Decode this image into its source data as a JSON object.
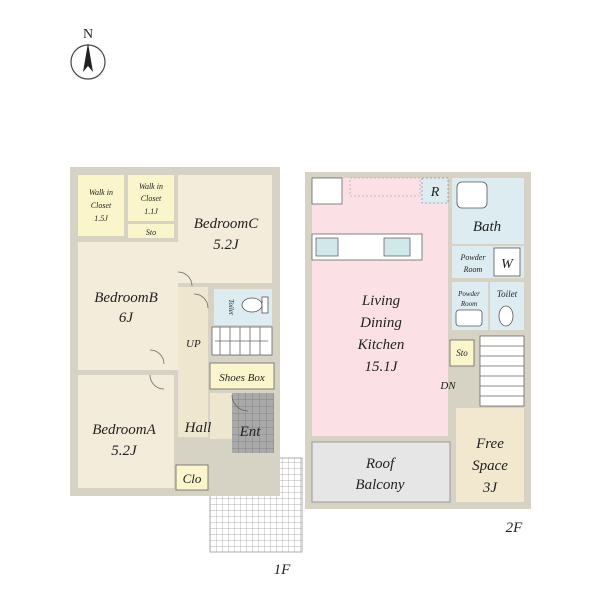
{
  "compass": {
    "north": "N"
  },
  "floors": {
    "first": "1F",
    "second": "2F"
  },
  "rooms_1f": {
    "walk_in_closet_a": {
      "l1": "Walk in",
      "l2": "Closet",
      "l3": "1.5J"
    },
    "walk_in_closet_b": {
      "l1": "Walk in",
      "l2": "Closet",
      "l3": "1.1J"
    },
    "sto": "Sto",
    "bedroom_c": {
      "name": "BedroomC",
      "size": "5.2J"
    },
    "bedroom_b": {
      "name": "BedroomB",
      "size": "6J"
    },
    "bedroom_a": {
      "name": "BedroomA",
      "size": "5.2J"
    },
    "toilet": "Toilet",
    "up": "UP",
    "shoes_box": "Shoes Box",
    "hall": "Hall",
    "ent": "Ent",
    "clo": "Clo"
  },
  "rooms_2f": {
    "r": "R",
    "bath": "Bath",
    "powder_room_top": {
      "l1": "Powder",
      "l2": "Room"
    },
    "w": "W",
    "powder_room_mid": {
      "l1": "Powder",
      "l2": "Room"
    },
    "toilet": "Toilet",
    "ldk": {
      "l1": "Living",
      "l2": "Dining",
      "l3": "Kitchen",
      "l4": "15.1J"
    },
    "sto": "Sto",
    "dn": "DN",
    "roof_balcony": {
      "l1": "Roof",
      "l2": "Balcony"
    },
    "free_space": {
      "l1": "Free",
      "l2": "Space",
      "l3": "3J"
    }
  },
  "colors": {
    "wall": "#d6d2c4",
    "closet_yellow": "#fbf5cc",
    "bedroom_beige": "#f3ecdb",
    "hall_beige": "#efe6cf",
    "ldk_pink": "#fbe1e6",
    "wet_blue": "#dcecf1",
    "balcony_gray": "#e6e6e6",
    "free_space_beige": "#f1e8cf",
    "ent_gray": "#a5a5a5",
    "tile_gray": "#bdbdbd"
  }
}
